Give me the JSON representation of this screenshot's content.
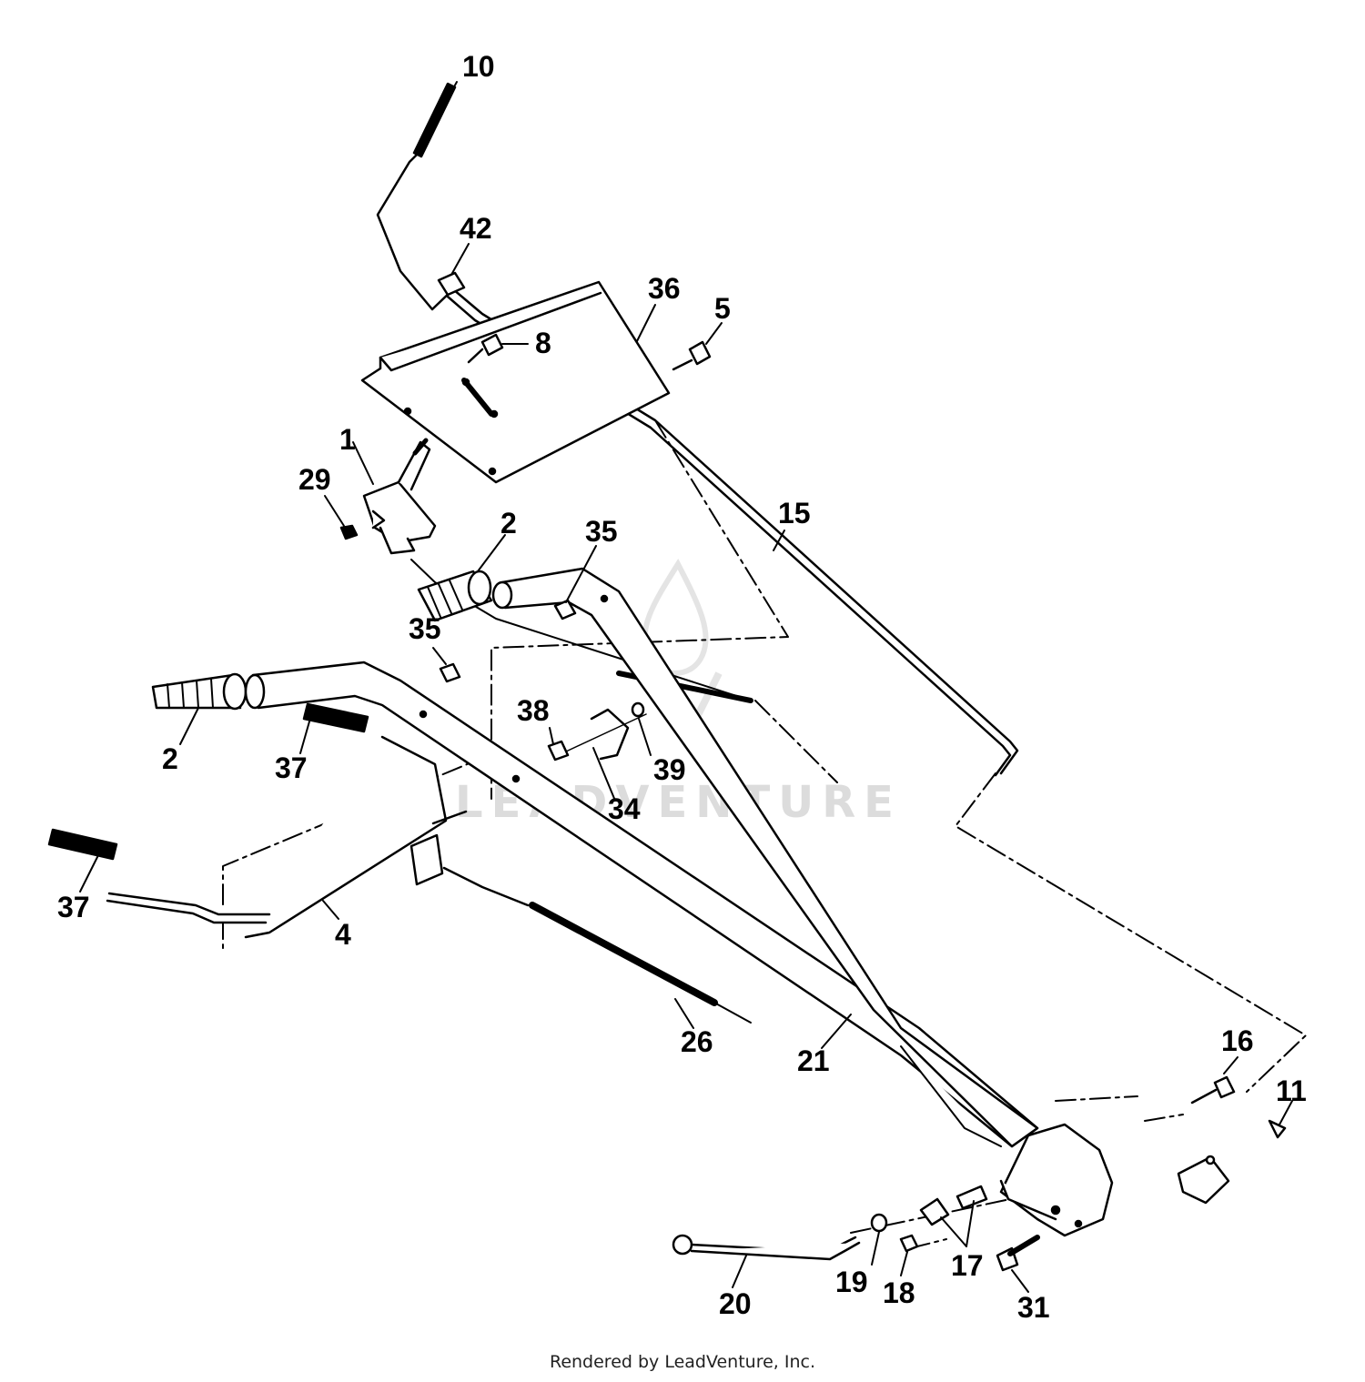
{
  "diagram": {
    "watermark": "LEADVENTURE",
    "footer": "Rendered by LeadVenture, Inc.",
    "callouts": [
      {
        "id": "c10",
        "label": "10"
      },
      {
        "id": "c42",
        "label": "42"
      },
      {
        "id": "c36",
        "label": "36"
      },
      {
        "id": "c5",
        "label": "5"
      },
      {
        "id": "c8",
        "label": "8"
      },
      {
        "id": "c1",
        "label": "1"
      },
      {
        "id": "c29",
        "label": "29"
      },
      {
        "id": "c15",
        "label": "15"
      },
      {
        "id": "c2a",
        "label": "2"
      },
      {
        "id": "c35a",
        "label": "35"
      },
      {
        "id": "c35b",
        "label": "35"
      },
      {
        "id": "c38",
        "label": "38"
      },
      {
        "id": "c39",
        "label": "39"
      },
      {
        "id": "c34",
        "label": "34"
      },
      {
        "id": "c2b",
        "label": "2"
      },
      {
        "id": "c37a",
        "label": "37"
      },
      {
        "id": "c37b",
        "label": "37"
      },
      {
        "id": "c4",
        "label": "4"
      },
      {
        "id": "c26",
        "label": "26"
      },
      {
        "id": "c21",
        "label": "21"
      },
      {
        "id": "c16",
        "label": "16"
      },
      {
        "id": "c11",
        "label": "11"
      },
      {
        "id": "c17",
        "label": "17"
      },
      {
        "id": "c19",
        "label": "19"
      },
      {
        "id": "c18",
        "label": "18"
      },
      {
        "id": "c20",
        "label": "20"
      },
      {
        "id": "c31",
        "label": "31"
      }
    ]
  }
}
